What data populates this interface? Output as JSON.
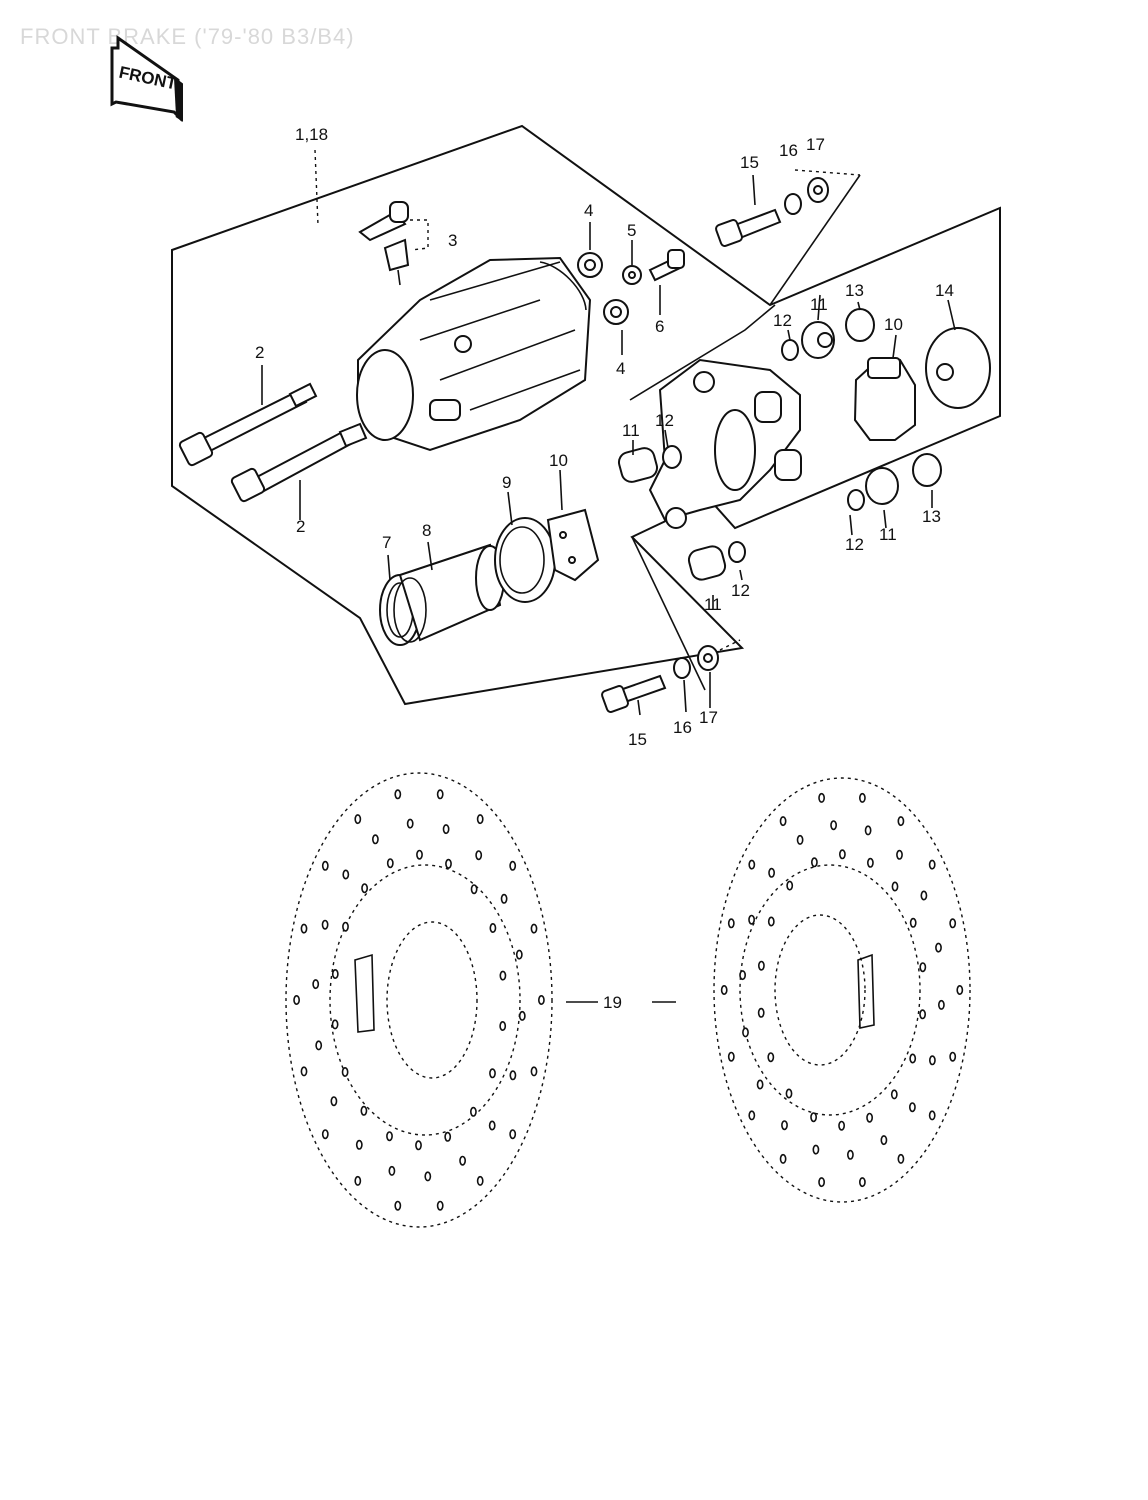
{
  "title": "FRONT BRAKE ('79-'80 B3/B4)",
  "front_tag": "FRONT",
  "callouts": {
    "c1": "1,18",
    "c2a": "2",
    "c2b": "2",
    "c3": "3",
    "c4a": "4",
    "c4b": "4",
    "c5": "5",
    "c6": "6",
    "c7": "7",
    "c8": "8",
    "c9": "9",
    "c10a": "10",
    "c10b": "10",
    "c11a": "11",
    "c11b": "11",
    "c11c": "11",
    "c11d": "11",
    "c12a": "12",
    "c12b": "12",
    "c12c": "12",
    "c12d": "12",
    "c13a": "13",
    "c13b": "13",
    "c14": "14",
    "c15a": "15",
    "c15b": "15",
    "c16a": "16",
    "c16b": "16",
    "c17a": "17",
    "c17b": "17",
    "c19": "19"
  }
}
